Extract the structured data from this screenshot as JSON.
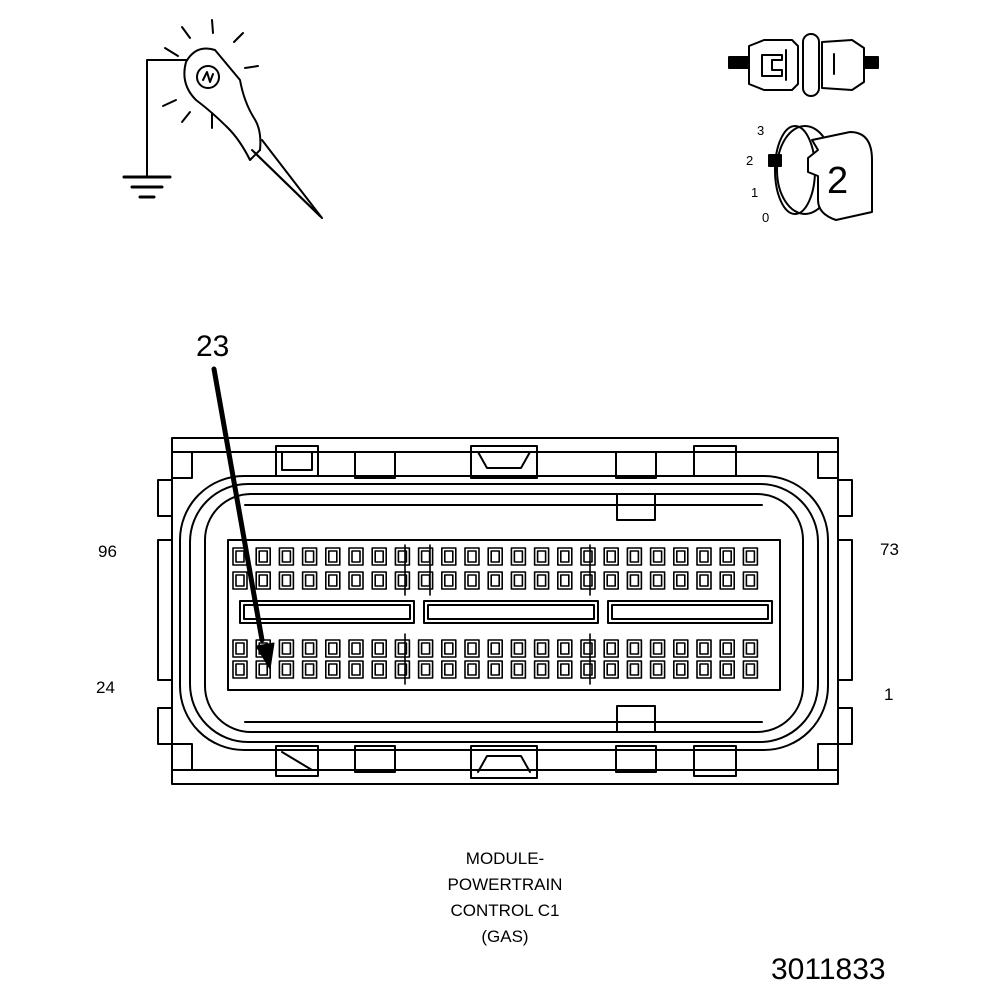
{
  "callout": {
    "pin": "23"
  },
  "pin_labels": {
    "top_left": "96",
    "top_right": "73",
    "bottom_left": "24",
    "bottom_right": "1"
  },
  "ignition": {
    "positions": [
      "3",
      "2",
      "1",
      "0"
    ],
    "key_label": "2"
  },
  "caption": {
    "lines": [
      "MODULE-",
      "POWERTRAIN",
      "CONTROL C1",
      "(GAS)"
    ]
  },
  "figure_number": "3011833",
  "icons": [
    "test-light-probe-icon",
    "ground-symbol-icon",
    "connector-disconnect-icon",
    "ignition-switch-icon"
  ],
  "colors": {
    "line": "#000000",
    "background": "#ffffff"
  }
}
